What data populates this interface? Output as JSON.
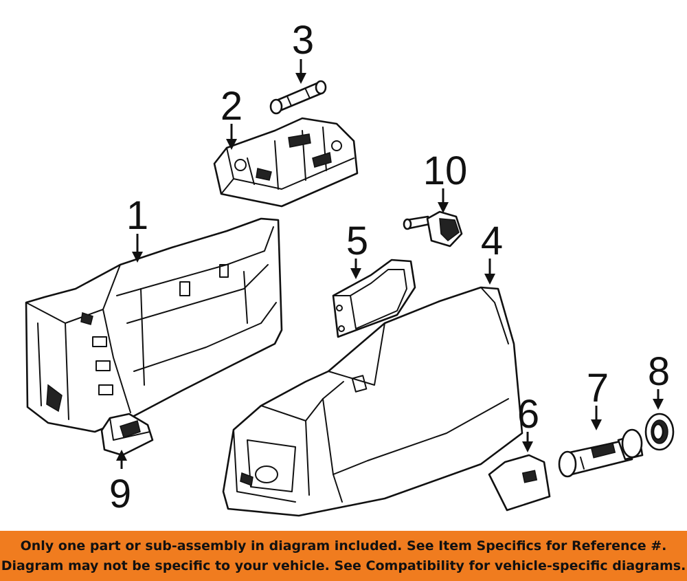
{
  "callouts": [
    {
      "id": "1",
      "label": "1"
    },
    {
      "id": "2",
      "label": "2"
    },
    {
      "id": "3",
      "label": "3"
    },
    {
      "id": "4",
      "label": "4"
    },
    {
      "id": "5",
      "label": "5"
    },
    {
      "id": "6",
      "label": "6"
    },
    {
      "id": "7",
      "label": "7"
    },
    {
      "id": "8",
      "label": "8"
    },
    {
      "id": "9",
      "label": "9"
    },
    {
      "id": "10",
      "label": "10"
    }
  ],
  "banner": {
    "line1": "Only one part or sub-assembly in diagram included. See Item Specifics for Reference #.",
    "line2": "Diagram may not be specific to your vehicle. See Compatibility for vehicle-specific diagrams."
  },
  "colors": {
    "banner_bg": "#f07c1f",
    "line": "#111111",
    "background": "#ffffff"
  }
}
